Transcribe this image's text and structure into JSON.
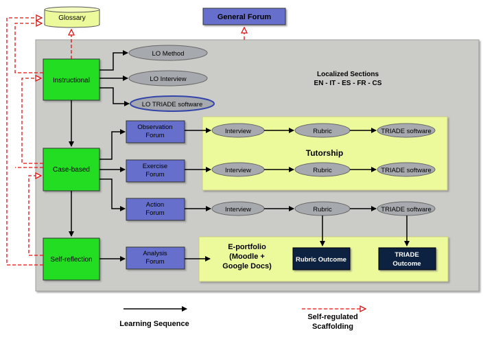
{
  "glossary": "Glossary",
  "general_forum": "General Forum",
  "localized": {
    "line1": "Localized Sections",
    "line2": "EN - IT - ES - FR - CS"
  },
  "stages": {
    "instructional": "Instructional",
    "case_based": "Case-based",
    "self_reflection": "Self-reflection"
  },
  "lo": {
    "method": "LO Method",
    "interview": "LO Interview",
    "triade": "LO TRIADE software"
  },
  "forums": {
    "observation": [
      "Observation",
      "Forum"
    ],
    "exercise": [
      "Exercise",
      "Forum"
    ],
    "action": [
      "Action",
      "Forum"
    ],
    "analysis": [
      "Analysis",
      "Forum"
    ]
  },
  "steps": {
    "interview": "Interview",
    "rubric": "Rubric",
    "triade": "TRIADE software"
  },
  "tutorship": "Tutorship",
  "eportfolio": [
    "E-portfolio",
    "(Moodle +",
    "Google Docs)"
  ],
  "outcomes": {
    "rubric": "Rubric Outcome",
    "triade": [
      "TRIADE",
      "Outcome"
    ]
  },
  "legend": {
    "sequence": "Learning Sequence",
    "scaffolding": [
      "Self-regulated",
      "Scaffolding"
    ]
  },
  "colors": {
    "green": "#22dd22",
    "forum_blue": "#6670cc",
    "yellow_panel": "#ecfa9c",
    "gray_panel": "#cbcbc7",
    "oval": "#a6a9ad",
    "outcome_navy": "#0e2240",
    "scaffold_red": "#dd1111"
  }
}
